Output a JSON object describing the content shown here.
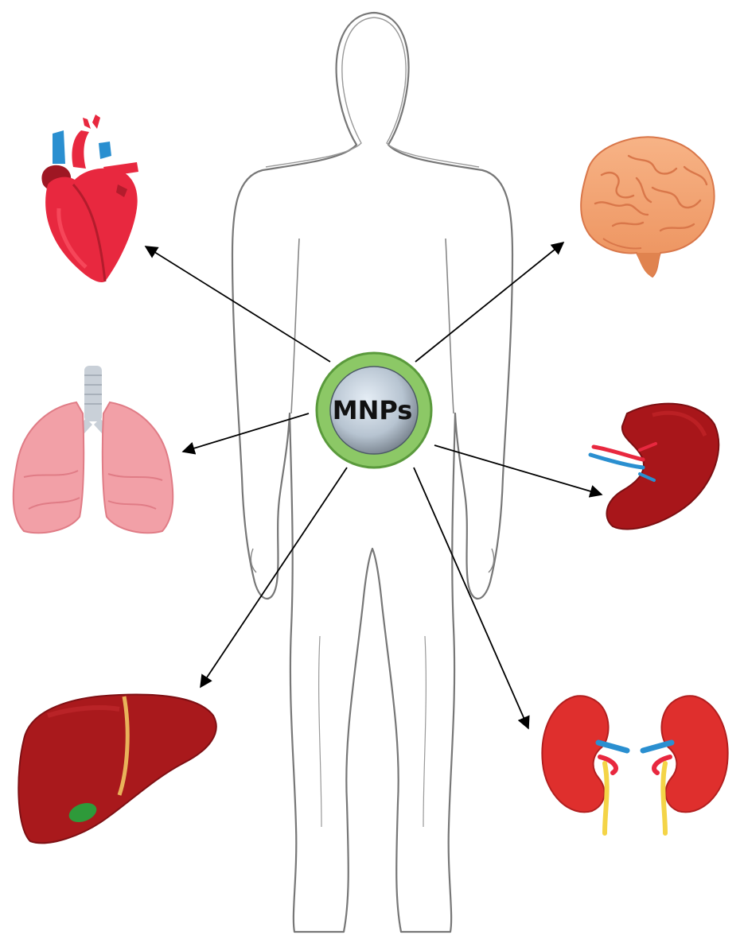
{
  "center": {
    "label": "MNPs",
    "ring_color": "#8cc866",
    "core_color": "#a9b9c9"
  },
  "organs": [
    {
      "name": "heart"
    },
    {
      "name": "brain"
    },
    {
      "name": "lungs"
    },
    {
      "name": "spleen"
    },
    {
      "name": "liver"
    },
    {
      "name": "kidneys"
    }
  ],
  "colors": {
    "heart": "#e8283f",
    "brain": "#f2a06e",
    "lungs": "#f2a0a7",
    "spleen": "#a8161a",
    "liver": "#a9191c",
    "kidneys": "#df2f2d",
    "vein_blue": "#2a8fd0",
    "ureter_yellow": "#f4d447",
    "body_outline": "#6b6b6b",
    "arrow": "#000000"
  }
}
